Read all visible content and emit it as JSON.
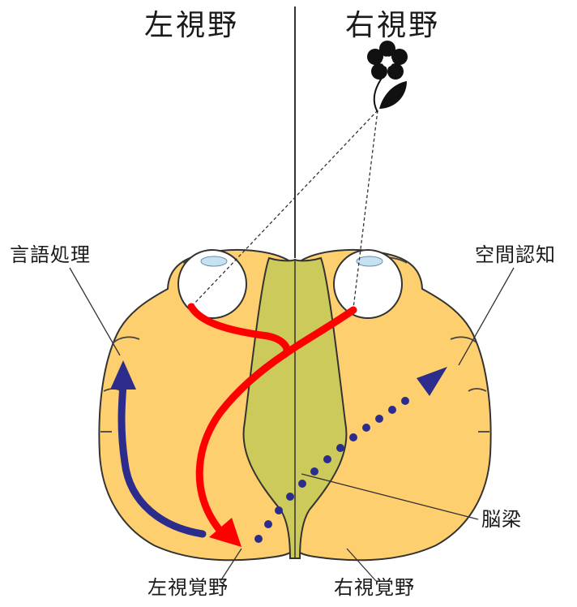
{
  "labels": {
    "left_visual_field": "左視野",
    "right_visual_field": "右視野",
    "language_processing": "言語処理",
    "spatial_cognition": "空間認知",
    "corpus_callosum": "脳梁",
    "left_visual_cortex": "左視覚野",
    "right_visual_cortex": "右視覚野"
  },
  "colors": {
    "hemisphere_fill": "#fecf6f",
    "callosum_fill": "#cdca5c",
    "outline": "#333333",
    "red_pathway": "#ff0000",
    "blue_pathway": "#2c2c8c",
    "eye_lens": "#c6e2f2"
  }
}
